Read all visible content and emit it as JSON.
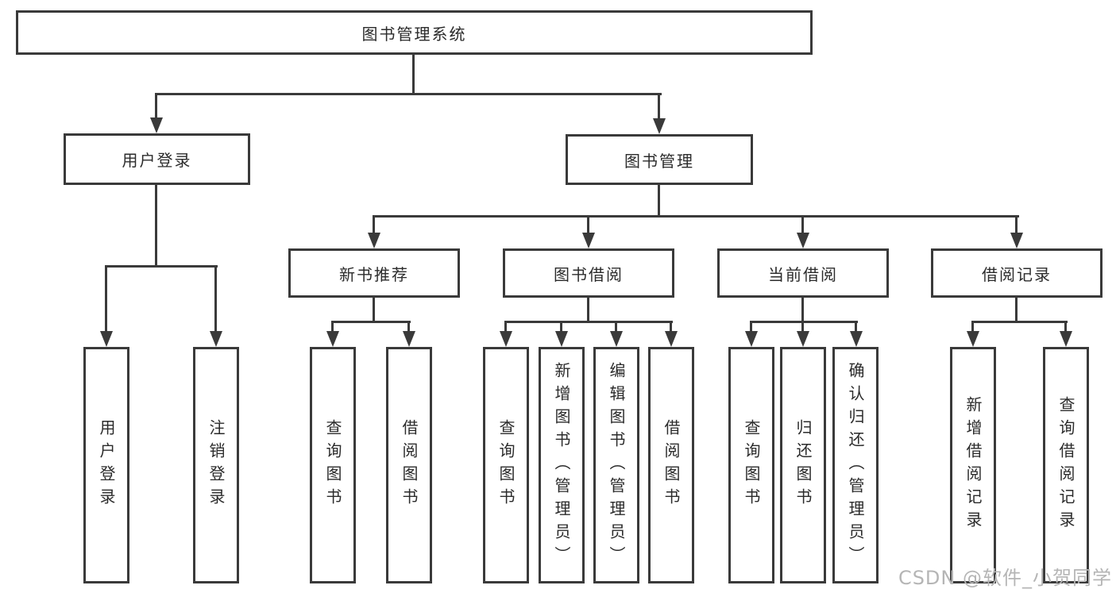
{
  "diagram": {
    "root": {
      "label": "图书管理系统"
    },
    "level2": [
      {
        "id": "user-login",
        "label": "用户登录"
      },
      {
        "id": "book-management",
        "label": "图书管理"
      }
    ],
    "level3": [
      {
        "id": "new-book-recommend",
        "label": "新书推荐"
      },
      {
        "id": "book-borrowing",
        "label": "图书借阅"
      },
      {
        "id": "current-borrowing",
        "label": "当前借阅"
      },
      {
        "id": "borrowing-records",
        "label": "借阅记录"
      }
    ],
    "leaves": {
      "user_login": [
        "用户登录",
        "注销登录"
      ],
      "new_book_recommend": [
        "查询图书",
        "借阅图书"
      ],
      "book_borrowing": [
        "查询图书",
        "新增图书（管理员）",
        "编辑图书（管理员）",
        "借阅图书"
      ],
      "current_borrowing": [
        "查询图书",
        "归还图书",
        "确认归还（管理员）"
      ],
      "borrowing_records": [
        "新增借阅记录",
        "查询借阅记录"
      ]
    },
    "watermark": "CSDN @软件_小贺同学"
  },
  "colors": {
    "line": "#3a3a3a",
    "text": "#2b2b2b",
    "watermark": "#b5b5b5",
    "background": "#ffffff"
  }
}
